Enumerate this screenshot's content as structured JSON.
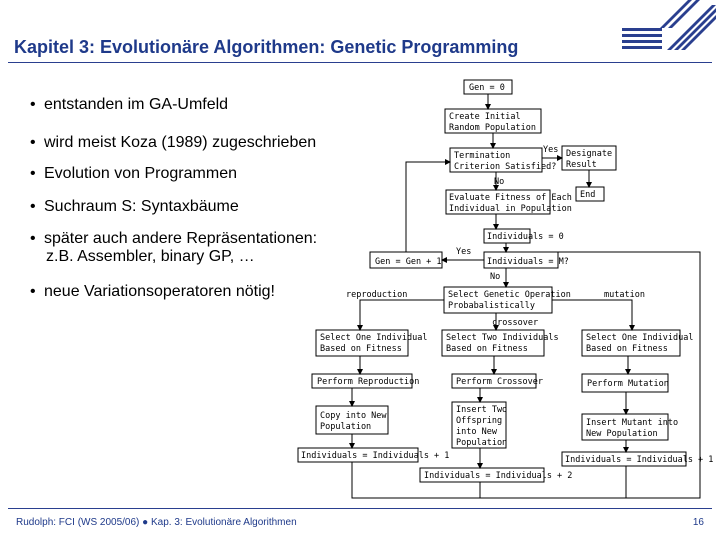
{
  "header": {
    "title": "Kapitel 3: Evolutionäre Algorithmen: Genetic Programming"
  },
  "bullets": [
    {
      "line1": "entstanden im GA-Umfeld",
      "line2": ""
    },
    {
      "line1": "wird meist Koza (1989) zugeschrieben",
      "line2": ""
    },
    {
      "line1": "Evolution von Programmen",
      "line2": ""
    },
    {
      "line1": "Suchraum S: Syntaxbäume",
      "line2": ""
    },
    {
      "line1": "später auch andere Repräsentationen:",
      "line2": "z.B. Assembler, binary GP, …"
    },
    {
      "line1": "neue Variationsoperatoren nötig!",
      "line2": ""
    }
  ],
  "bullet_symbol": "•",
  "flowchart": {
    "gen0": "Gen = 0",
    "create_1": "Create Initial",
    "create_2": "Random Population",
    "term_1": "Termination",
    "term_2": "Criterion Satisfied?",
    "yes1": "Yes",
    "designate_1": "Designate",
    "designate_2": "Result",
    "end": "End",
    "no1": "No",
    "eval_1": "Evaluate Fitness of Each",
    "eval_2": "Individual in Population",
    "ind0": "Individuals = 0",
    "gen_inc": "Gen = Gen + 1",
    "yes2": "Yes",
    "indM": "Individuals = M?",
    "no2": "No",
    "reproduction": "reproduction",
    "select_op_1": "Select Genetic Operation",
    "select_op_2": "Probabalistically",
    "mutation": "mutation",
    "crossover": "crossover",
    "sel_one_1": "Select One Individual",
    "sel_one_2": "Based on Fitness",
    "sel_two_1": "Select Two Individuals",
    "sel_two_2": "Based on Fitness",
    "sel_one_m_1": "Select One Individual",
    "sel_one_m_2": "Based on Fitness",
    "perf_rep": "Perform Reproduction",
    "perf_cross": "Perform Crossover",
    "perf_mut": "Perform Mutation",
    "copy_1": "Copy into New",
    "copy_2": "Population",
    "insert2_1": "Insert Two",
    "insert2_2": "Offspring",
    "insert2_3": "into New",
    "insert2_4": "Population",
    "insert_mut_1": "Insert Mutant into",
    "insert_mut_2": "New Population",
    "inc1_left": "Individuals = Individuals + 1",
    "inc1_right": "Individuals = Individuals + 1",
    "inc2": "Individuals = Individuals + 2"
  },
  "footer": {
    "left": "Rudolph: FCI (WS 2005/06)  ●  Kap. 3: Evolutionäre Algorithmen",
    "page": "16"
  },
  "colors": {
    "brand": "#1f3a8a"
  }
}
